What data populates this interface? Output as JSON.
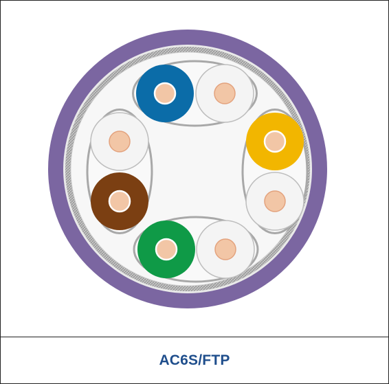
{
  "caption": {
    "label": "AC6S/FTP"
  },
  "colors": {
    "outer_jacket": "#7b66a1",
    "shield": "#a9a9a9",
    "inner_fill": "#f7f7f7",
    "pair_wrap": "#a8a8a8",
    "copper": "#f2c6a6",
    "insulation_white": "#f4f4f4",
    "insulation_blue": "#0b6ca8",
    "insulation_orange": "#f2b600",
    "insulation_brown": "#7b3f12",
    "insulation_green": "#0f9a47",
    "caption_text": "#1f4e8c"
  },
  "pairs": [
    {
      "name": "blue-pair",
      "conductors": [
        "blue",
        "white"
      ]
    },
    {
      "name": "orange-pair",
      "conductors": [
        "orange",
        "white"
      ]
    },
    {
      "name": "green-pair",
      "conductors": [
        "green",
        "white"
      ]
    },
    {
      "name": "brown-pair",
      "conductors": [
        "white",
        "brown"
      ]
    }
  ]
}
